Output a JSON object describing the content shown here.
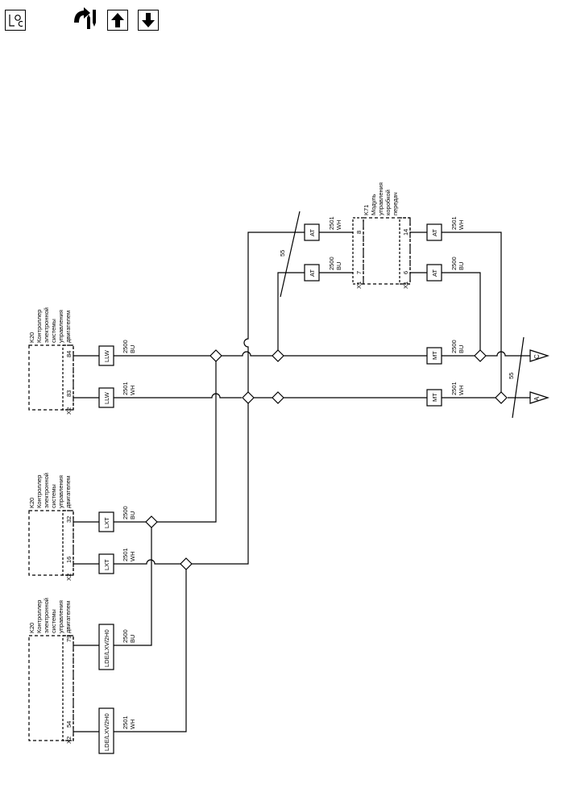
{
  "toolbar": {
    "loc_icon": "location-icon",
    "connector_icon": "connector-path-icon",
    "up_icon": "arrow-up-icon",
    "down_icon": "arrow-down-icon"
  },
  "modules": {
    "ecm_top": {
      "id": "K20",
      "lines": [
        "Контроллер",
        "электронной",
        "системы",
        "управления",
        "двигателем"
      ],
      "connector": "X2",
      "pins": [
        "84",
        "83"
      ]
    },
    "ecm_mid": {
      "id": "K20",
      "lines": [
        "Контроллер",
        "электронной",
        "системы",
        "управления",
        "двигателем"
      ],
      "connector": "X2",
      "pins": [
        "32",
        "16"
      ]
    },
    "ecm_bot": {
      "id": "K20",
      "lines": [
        "Контроллер",
        "электронной",
        "системы",
        "управления",
        "двигателем"
      ],
      "connector": "X2",
      "pins": [
        "79",
        "54"
      ]
    },
    "tcm": {
      "id": "K71",
      "lines": [
        "Модуль",
        "управления",
        "коробкой",
        "передач"
      ],
      "connectors": [
        "X1",
        "X1"
      ],
      "pins": [
        "8",
        "7",
        "14",
        "6"
      ]
    }
  },
  "wires": {
    "w2500": {
      "circuit": "2500",
      "color": "BU"
    },
    "w2501": {
      "circuit": "2501",
      "color": "WH"
    }
  },
  "options": {
    "llw": "LLW",
    "lxt": "LXT",
    "lde": "LDE/LXV/2H0",
    "at": "AT",
    "mt": "MT"
  },
  "twist_label": "55",
  "off_page": {
    "c": "C",
    "a": "A"
  }
}
